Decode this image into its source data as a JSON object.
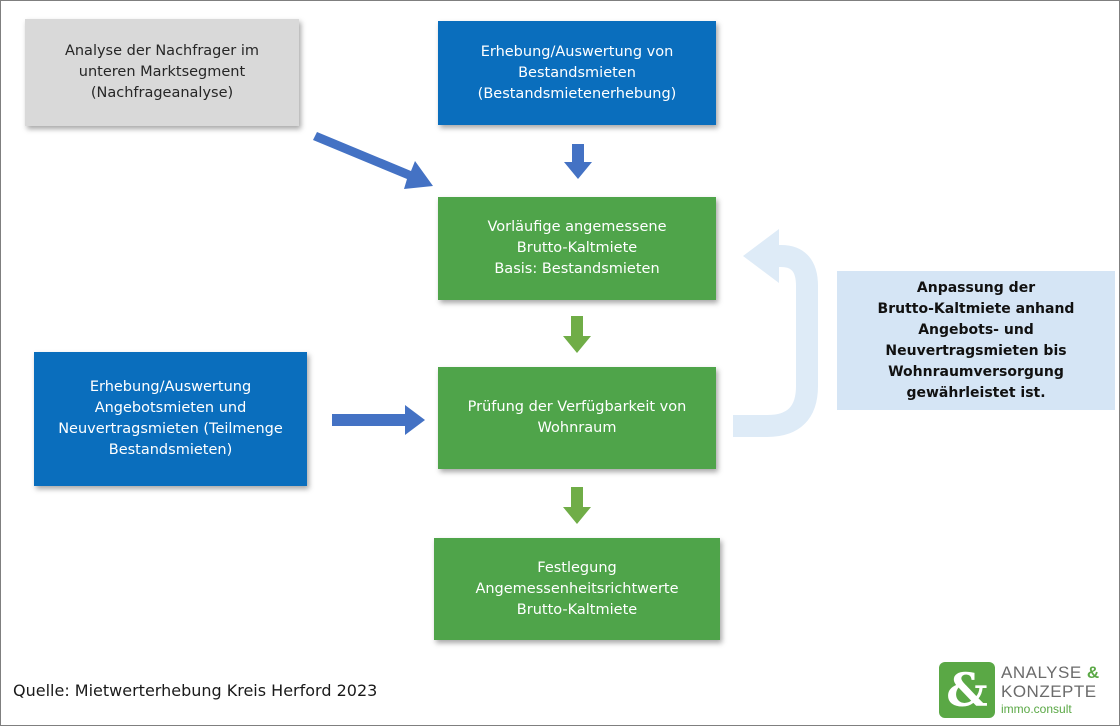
{
  "boxes": {
    "nachfrage": {
      "lines": [
        "Analyse der Nachfrager im",
        "unteren Marktsegment",
        "(Nachfrageanalyse)"
      ]
    },
    "bestand": {
      "lines": [
        "Erhebung/Auswertung von",
        "Bestandsmieten",
        "(Bestandsmietenerhebung)"
      ]
    },
    "vorlaeufig": {
      "lines": [
        "Vorläufige angemessene",
        "Brutto-Kaltmiete",
        "Basis: Bestandsmieten"
      ]
    },
    "angebot": {
      "lines": [
        "Erhebung/Auswertung",
        "Angebotsmieten und",
        "Neuvertragsmieten (Teilmenge",
        "Bestandsmieten)"
      ]
    },
    "pruefung": {
      "lines": [
        "Prüfung der Verfügbarkeit von",
        "Wohnraum"
      ]
    },
    "festlegung": {
      "lines": [
        "Festlegung",
        "Angemessenheitsrichtwerte",
        "Brutto-Kaltmiete"
      ]
    },
    "anpassung": {
      "lines": [
        "Anpassung der",
        "Brutto-Kaltmiete anhand",
        "Angebots- und",
        "Neuvertragsmieten bis",
        "Wohnraumversorgung",
        "gewährleistet ist."
      ]
    }
  },
  "source": "Quelle: Mietwerterhebung Kreis Herford 2023",
  "logo": {
    "mark": "&",
    "line1_a": "ANALYSE",
    "line1_b": "&",
    "line2": "KONZEPTE",
    "line3": "immo.consult"
  },
  "colors": {
    "gray_box": "#d9d9d9",
    "blue_box": "#0a6ebd",
    "green_box": "#4fa44a",
    "light_box": "#d5e5f5",
    "blue_arrow": "#4472c4",
    "green_arrow": "#70ad47",
    "loop_arrow": "#deebf7",
    "logo_green": "#5aa845"
  }
}
